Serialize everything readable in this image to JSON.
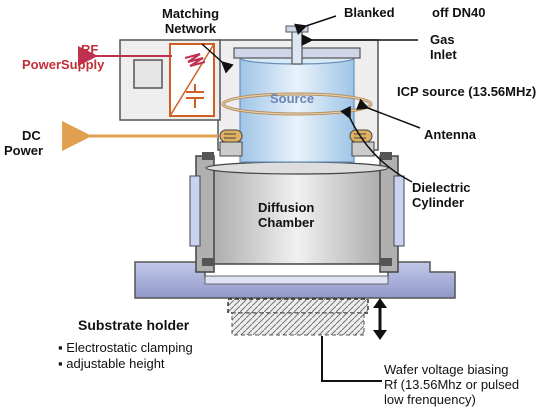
{
  "labels": {
    "matching_network": [
      "Matching",
      "Network"
    ],
    "blanked": "Blanked",
    "off_dn40": "off DN40",
    "gas_inlet": [
      "Gas",
      "Inlet"
    ],
    "rf_power": [
      "RF",
      "PowerSupply"
    ],
    "icp_source": "ICP source (13.56MHz)",
    "source": "Source",
    "antenna": "Antenna",
    "dc_power": [
      "DC",
      "Power"
    ],
    "dielectric_cylinder": [
      "Dielectric",
      "Cylinder"
    ],
    "diffusion_chamber": [
      "Diffusion",
      "Chamber"
    ],
    "substrate_holder": "Substrate holder",
    "substrate_bullets": [
      "Electrostatic clamping",
      "adjustable height"
    ],
    "wafer_bias": [
      "Wafer voltage biasing",
      "Rf (13.56Mhz or pulsed",
      "low frenquency)"
    ]
  },
  "colors": {
    "rf_arrow": "#c03050",
    "dc_arrow": "#e0a050",
    "matching_box": "#d06020",
    "source_fill": "#c8dff2",
    "chamber_fill": "#cfcfcf",
    "base_plate": "#a9b1dc",
    "antenna_ring": "#d4a878"
  }
}
